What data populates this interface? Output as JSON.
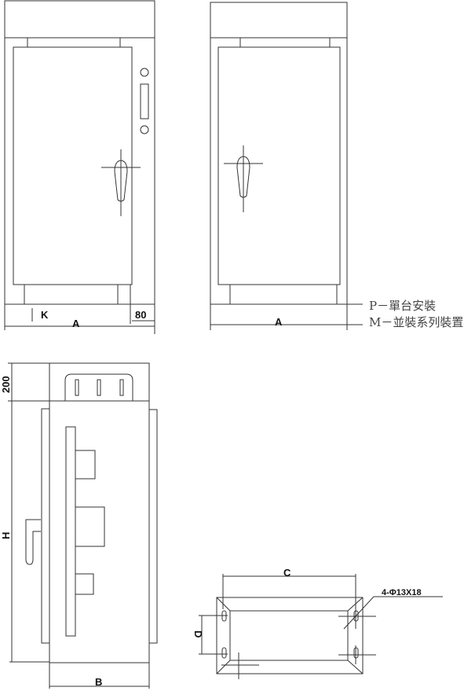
{
  "front_view": {
    "width_label": "A",
    "k_label": "K",
    "side_dim_label": "80"
  },
  "rear_view": {
    "width_label": "A"
  },
  "legend": {
    "p_line": "P－單台安裝",
    "m_line": "M－並裝系列裝置"
  },
  "side_view": {
    "top_dim_label": "200",
    "height_label": "H",
    "depth_label": "B"
  },
  "base_plan": {
    "width_label": "C",
    "depth_label": "D",
    "hole_label": "4-Φ13X18"
  },
  "colors": {
    "line": "#333333",
    "background": "#ffffff"
  }
}
